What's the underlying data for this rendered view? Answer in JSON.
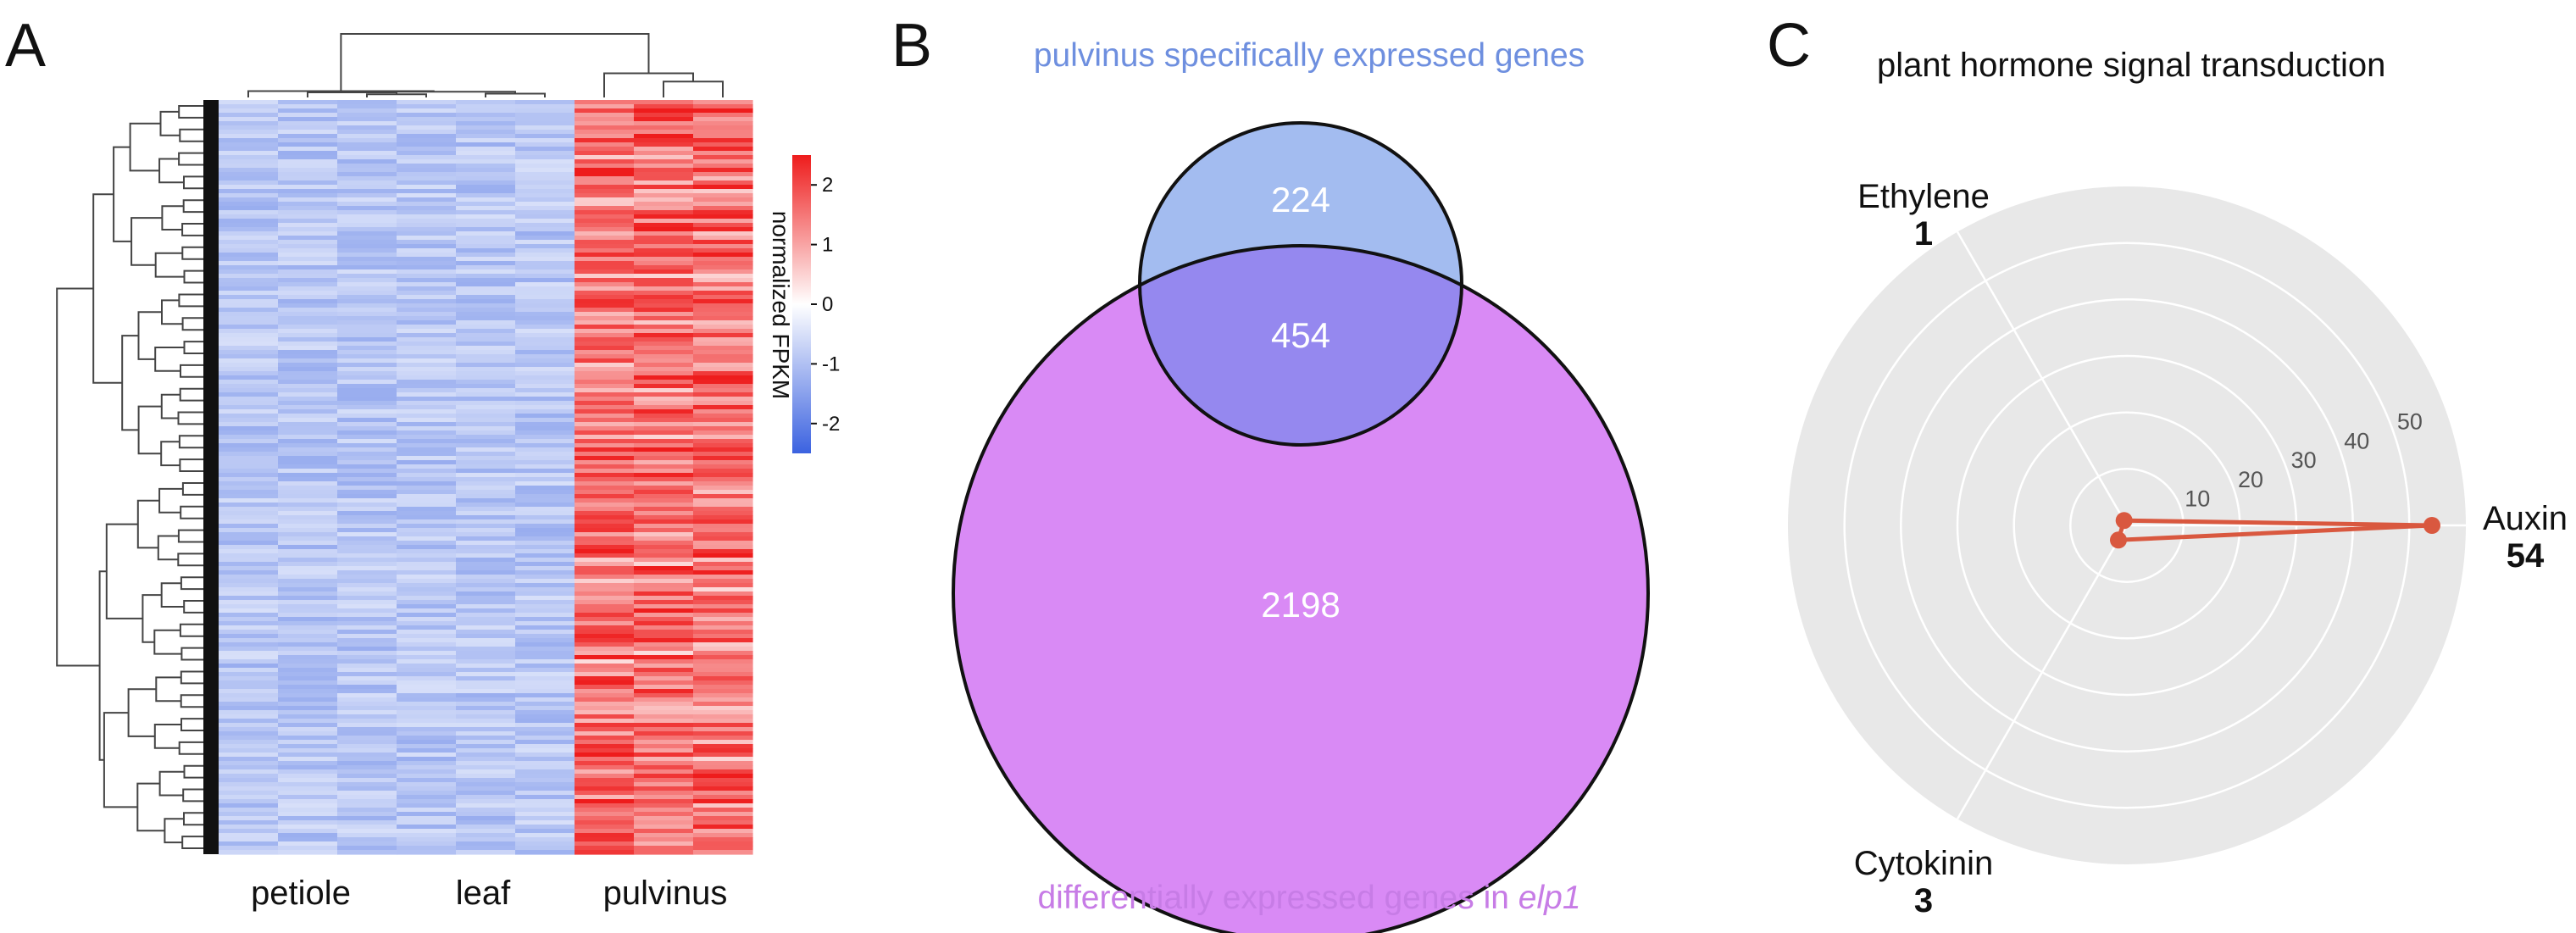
{
  "panels": {
    "a": {
      "letter": "A"
    },
    "b": {
      "letter": "B"
    },
    "c": {
      "letter": "C"
    }
  },
  "chart_data": [
    {
      "type": "heatmap",
      "panel": "A",
      "group_labels": [
        "petiole",
        "leaf",
        "pulvinus"
      ],
      "column_groups": [
        "petiole",
        "petiole",
        "petiole",
        "leaf",
        "leaf",
        "leaf",
        "pulvinus",
        "pulvinus",
        "pulvinus"
      ],
      "colorbar": {
        "label": "normalized FPKM",
        "ticks": [
          "2",
          "1",
          "0",
          "-1",
          "-2"
        ],
        "range": [
          -2.5,
          2.5
        ],
        "colors": {
          "low": "#3b62e0",
          "mid": "#ffffff",
          "high": "#ee1c1c"
        }
      },
      "row_dendrogram": true,
      "column_dendrogram": true
    },
    {
      "type": "venn",
      "panel": "B",
      "sets": [
        {
          "name": "pulvinus specifically expressed genes",
          "color": "#a3bcf0",
          "label_color": "#6e8fdf"
        },
        {
          "name": "differentially expressed genes in",
          "name_italic": "elp1",
          "color": "#d98af5",
          "label_color": "#c77ce6"
        }
      ],
      "regions": {
        "only_first": "224",
        "overlap": "454",
        "only_second": "2198"
      },
      "overlap_color": "#9588ef"
    },
    {
      "type": "radar",
      "panel": "C",
      "title": "plant hormone signal transduction",
      "categories": [
        {
          "name": "Auxin",
          "value": 54,
          "count": "54",
          "angle_deg": 0
        },
        {
          "name": "Ethylene",
          "value": 1,
          "count": "1",
          "angle_deg": 120
        },
        {
          "name": "Cytokinin",
          "value": 3,
          "count": "3",
          "angle_deg": 240
        }
      ],
      "radial_ticks": [
        "10",
        "20",
        "30",
        "40",
        "50"
      ],
      "radial_tick_values": [
        10,
        20,
        30,
        40,
        50
      ],
      "radial_range": [
        0,
        60
      ],
      "grid": true,
      "line_color": "#d9583f",
      "background_color": "#e8e8e8"
    }
  ]
}
